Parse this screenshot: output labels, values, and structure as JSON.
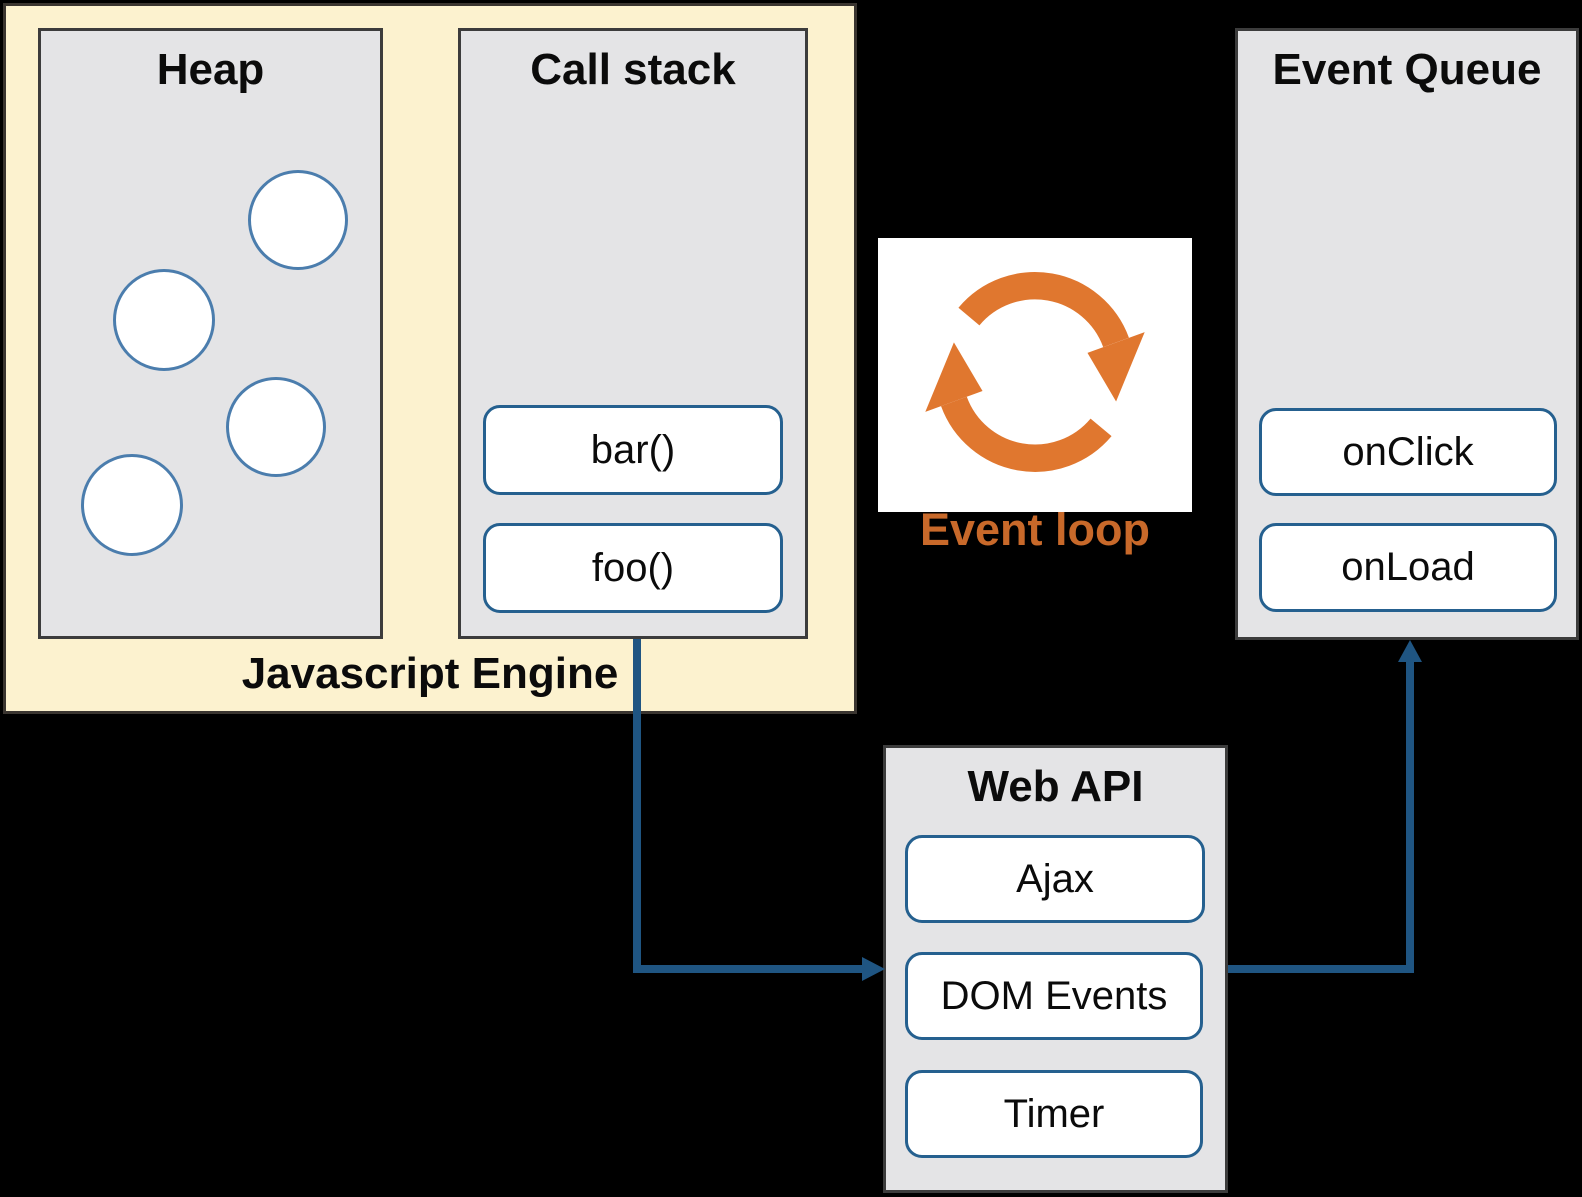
{
  "colors": {
    "background": "#000000",
    "engine_fill": "#fcf2cf",
    "panel_fill": "#e4e4e6",
    "panel_border": "#3c3c3c",
    "node_border": "#25608f",
    "circle_border": "#4b7dad",
    "arrow_blue": "#1f5582",
    "icon_orange": "#e0772f",
    "loop_label_orange": "#c8692a"
  },
  "engine": {
    "title": "Javascript Engine",
    "heap": {
      "title": "Heap",
      "circle_count": 4
    },
    "call_stack": {
      "title": "Call stack",
      "frames": [
        "bar()",
        "foo()"
      ]
    }
  },
  "event_loop": {
    "label": "Event loop",
    "icon": "cycle-arrows-icon"
  },
  "event_queue": {
    "title": "Event Queue",
    "items": [
      "onClick",
      "onLoad"
    ]
  },
  "web_api": {
    "title": "Web API",
    "items": [
      "Ajax",
      "DOM Events",
      "Timer"
    ]
  }
}
